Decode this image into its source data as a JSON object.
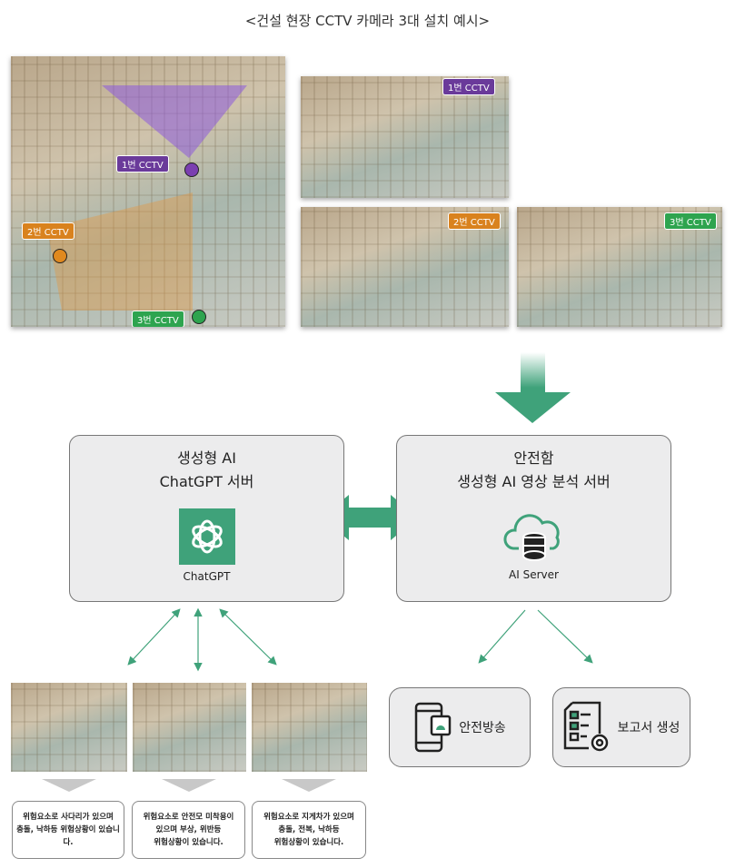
{
  "title": "<건설 현장 CCTV 카메라 3대 설치 예시>",
  "cctv_labels": {
    "c1": "1번 CCTV",
    "c2": "2번 CCTV",
    "c3": "3번 CCTV"
  },
  "colors": {
    "c1": "#6a3a9a",
    "c2": "#d9821e",
    "c3": "#2ea44f",
    "accent": "#3fa27a"
  },
  "left_box": {
    "line1": "생성형 AI",
    "line2": "ChatGPT 서버",
    "caption": "ChatGPT"
  },
  "right_box": {
    "line1": "안전함",
    "line2": "생성형 AI 영상 분석 서버",
    "caption": "AI Server"
  },
  "notes": [
    {
      "l1": "위험요소로 사다리가 있으며",
      "l2": "충돌, 낙하등 위험상황이 있습니다.",
      "l3": ""
    },
    {
      "l1": "위험요소로 안전모 미착용이",
      "l2": "있으며 부상, 위반등",
      "l3": "위험상황이 있습니다."
    },
    {
      "l1": "위험요소로 지게차가 있으며",
      "l2": "충돌, 전복, 낙하등",
      "l3": "위험상황이 있습니다."
    }
  ],
  "outputs": {
    "broadcast": "안전방송",
    "report": "보고서 생성"
  }
}
